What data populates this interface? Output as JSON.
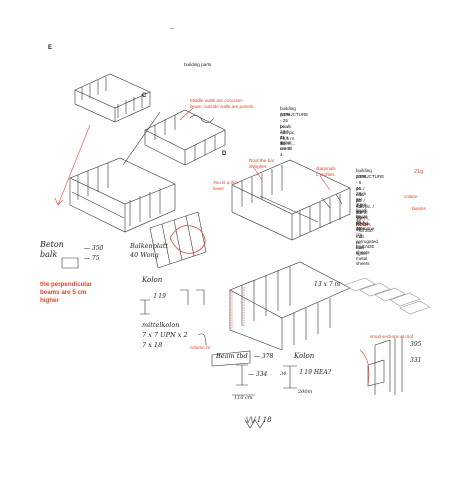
{
  "top_mark": "—",
  "section_letters": {
    "e": "E",
    "c": "C",
    "d": "D"
  },
  "building_parts_title": "building parts",
  "note_middle_walls": "Middle walls are concrete-\nbeam, outside walls are panels",
  "note_roof_bar": "Roof the bar\nis higher",
  "note_roof_bar_short": "You is a thin\nlower",
  "diagonals_note": "diagonals\nL profiles",
  "structure_block_1": {
    "title": "building parts",
    "heading": "STRUCTURE",
    "lines": [
      "- 25 pc. / 13.5 m street metall",
      "beam ca. 11 x 36 cm  ?4",
      "- 25 pc. / 3.5 m street..."
    ]
  },
  "structure_block_2": {
    "title": "building parts",
    "heading": "STRUCTURE",
    "lines": [
      "- 6 pc. / 27 m 9H steel beam ca. 36 x",
      "46 cm",
      "- 36 pc. / 4,1 m steel beam ca. 30 x",
      "23 cm",
      "- 24 pc. / 3.5 m sheet metall calsonne",
      "ca 16 x 16 cm",
      "7 x 7 L profiles"
    ],
    "red_marks": [
      "21g",
      "colaire",
      "beams"
    ]
  },
  "roof_block": {
    "heading": "ROOF",
    "lines": [
      "- ca 300 m2 corrugated iron sheets",
      "- 10 pc. roof lights"
    ]
  },
  "facade_block": {
    "heading": "FACADE",
    "lines": [
      "- metal sheets"
    ]
  },
  "beton_note": "Beton\nbalk",
  "beton_dims": [
    "— 350",
    "— 75"
  ],
  "balkenplatt_note": "Balkenplatt\n40 Wong",
  "perp_beams_note": "the perpendicular\nbeams are 5 cm\nhigher",
  "kolon_note_1": "Kolon",
  "kolon_dims_1": "I 19",
  "mittelkolon_note": "mittelkolon\n7 x 7 UPN x 2\n7 x 18",
  "column_label_small": "column hl",
  "beam_box_label": "Beam tbd",
  "beam_dims": [
    "— 378",
    "— 334"
  ],
  "kolon_note_2": "Kolon",
  "kolon_dims_2": "I 19  HEA?",
  "kolon_bottom_dims": [
    "200m",
    "34"
  ],
  "bottom_dims": "110 cm",
  "profile_label": "\\/\\/ I 18",
  "grid_label": "13 x 7 m",
  "small_end_note": "small sections at roof",
  "right_dims": [
    "395",
    "331"
  ]
}
